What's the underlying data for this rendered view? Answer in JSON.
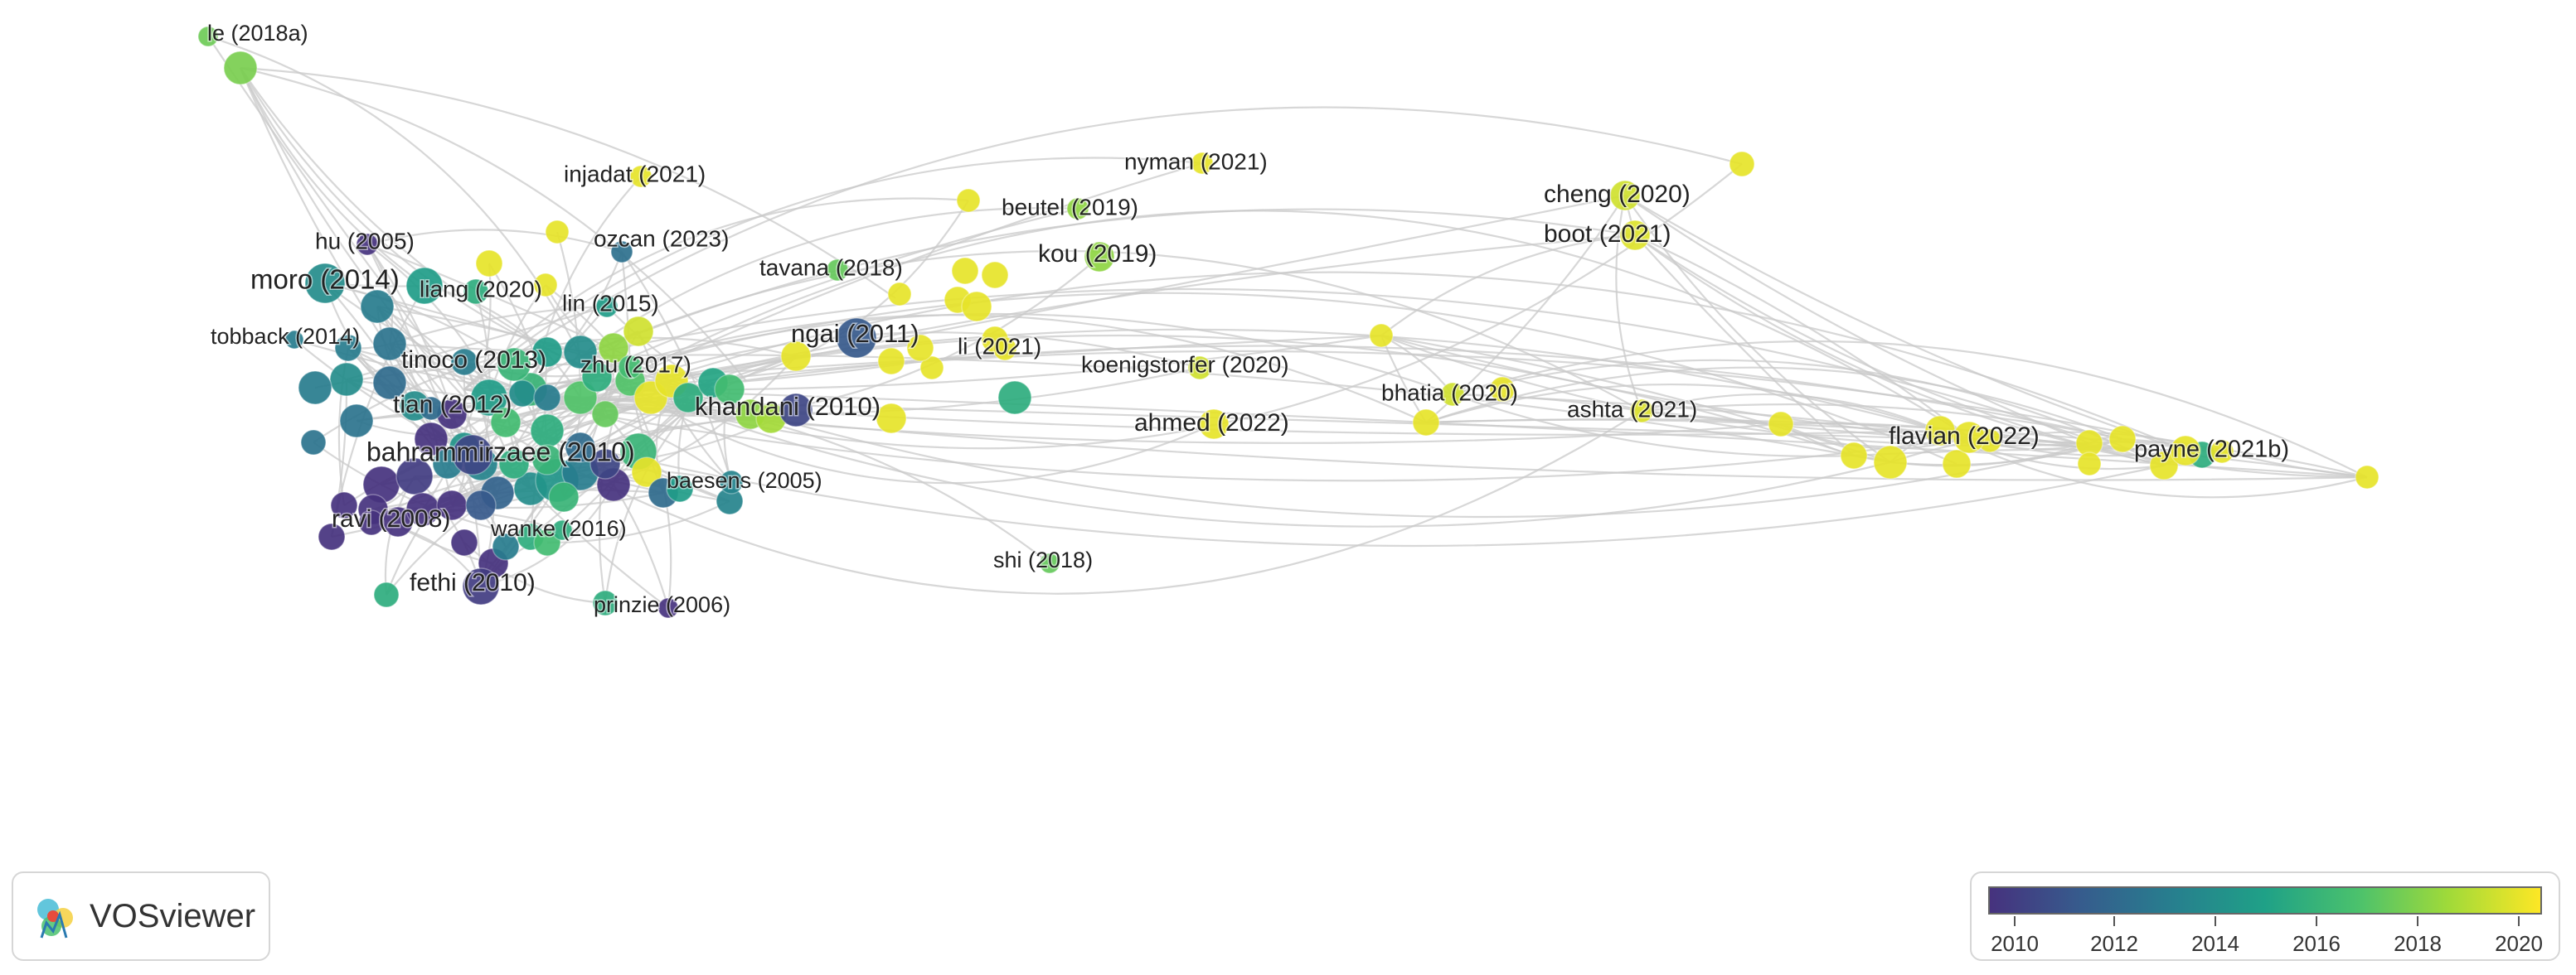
{
  "app": {
    "logo_text": "VOSviewer"
  },
  "legend": {
    "ticks": [
      "2010",
      "2012",
      "2014",
      "2016",
      "2018",
      "2020"
    ],
    "colors": [
      "#46327e",
      "#365c8d",
      "#277f8e",
      "#1fa187",
      "#4ac16d",
      "#a0da39",
      "#fde725"
    ]
  },
  "network": {
    "labels": [
      {
        "text": "le (2018a)",
        "year": 2018.2
      },
      {
        "text": "injadat (2021)",
        "year": 2021
      },
      {
        "text": "nyman (2021)",
        "year": 2021
      },
      {
        "text": "beutel (2019)",
        "year": 2019
      },
      {
        "text": "cheng (2020)",
        "year": 2020.5
      },
      {
        "text": "boot (2021)",
        "year": 2020.8
      },
      {
        "text": "hu (2005)",
        "year": 2005
      },
      {
        "text": "ozcan (2023)",
        "year": 2012.3
      },
      {
        "text": "moro (2014)",
        "year": 2014
      },
      {
        "text": "liang (2020)",
        "year": 2016
      },
      {
        "text": "tavana (2018)",
        "year": 2018
      },
      {
        "text": "kou (2019)",
        "year": 2019
      },
      {
        "text": "lin (2015)",
        "year": 2015
      },
      {
        "text": "tobback (2014)",
        "year": 2013
      },
      {
        "text": "ngai (2011)",
        "year": 2011
      },
      {
        "text": "li (2021)",
        "year": 2021
      },
      {
        "text": "tinoco (2013)",
        "year": 2013
      },
      {
        "text": "zhu (2017)",
        "year": 2017
      },
      {
        "text": "koenigstorfer (2020)",
        "year": 2020.5
      },
      {
        "text": "tian (2012)",
        "year": 2012
      },
      {
        "text": "khandani (2010)",
        "year": 2010
      },
      {
        "text": "bhatia (2020)",
        "year": 2020.5
      },
      {
        "text": "ashta (2021)",
        "year": 2020.8
      },
      {
        "text": "ahmed (2022)",
        "year": 2021
      },
      {
        "text": "bahrammirzaee (2010)",
        "year": 2010
      },
      {
        "text": "flavian (2022)",
        "year": 2021
      },
      {
        "text": "payne (2021b)",
        "year": 2021
      },
      {
        "text": "baesens (2005)",
        "year": 2013.5
      },
      {
        "text": "ravi (2008)",
        "year": 2008
      },
      {
        "text": "wanke (2016)",
        "year": 2016
      },
      {
        "text": "fethi (2010)",
        "year": 2009.5
      },
      {
        "text": "shi (2018)",
        "year": 2018
      },
      {
        "text": "prinzie (2006)",
        "year": 2006
      }
    ]
  }
}
